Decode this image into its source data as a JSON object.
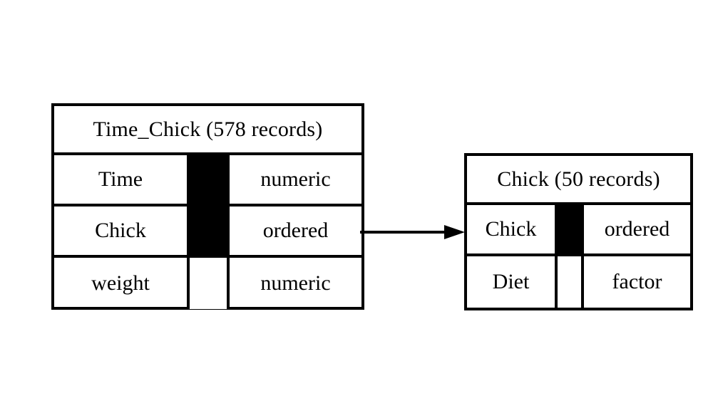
{
  "diagram": {
    "title": "",
    "background_color": "#ffffff",
    "line_color": "#000000",
    "type": "entity-relationship-diagram",
    "entities": [
      {
        "id": "time_chick",
        "name": "Time_Chick",
        "record_count": 578,
        "header": "Time_Chick (578 records)",
        "fields": [
          {
            "name": "Time",
            "key_marker": true,
            "type": "numeric"
          },
          {
            "name": "Chick",
            "key_marker": true,
            "type": "ordered"
          },
          {
            "name": "weight",
            "key_marker": false,
            "type": "numeric"
          }
        ]
      },
      {
        "id": "chick",
        "name": "Chick",
        "record_count": 50,
        "header": "Chick (50 records)",
        "fields": [
          {
            "name": "Chick",
            "key_marker": true,
            "type": "ordered"
          },
          {
            "name": "Diet",
            "key_marker": false,
            "type": "factor"
          }
        ]
      }
    ],
    "relationships": [
      {
        "id": "time_chick-to-chick",
        "from_entity": "Time_Chick",
        "from_field": "Chick",
        "to_entity": "Chick",
        "to_field": "Chick",
        "arrow_direction": "right",
        "label": ""
      }
    ]
  }
}
